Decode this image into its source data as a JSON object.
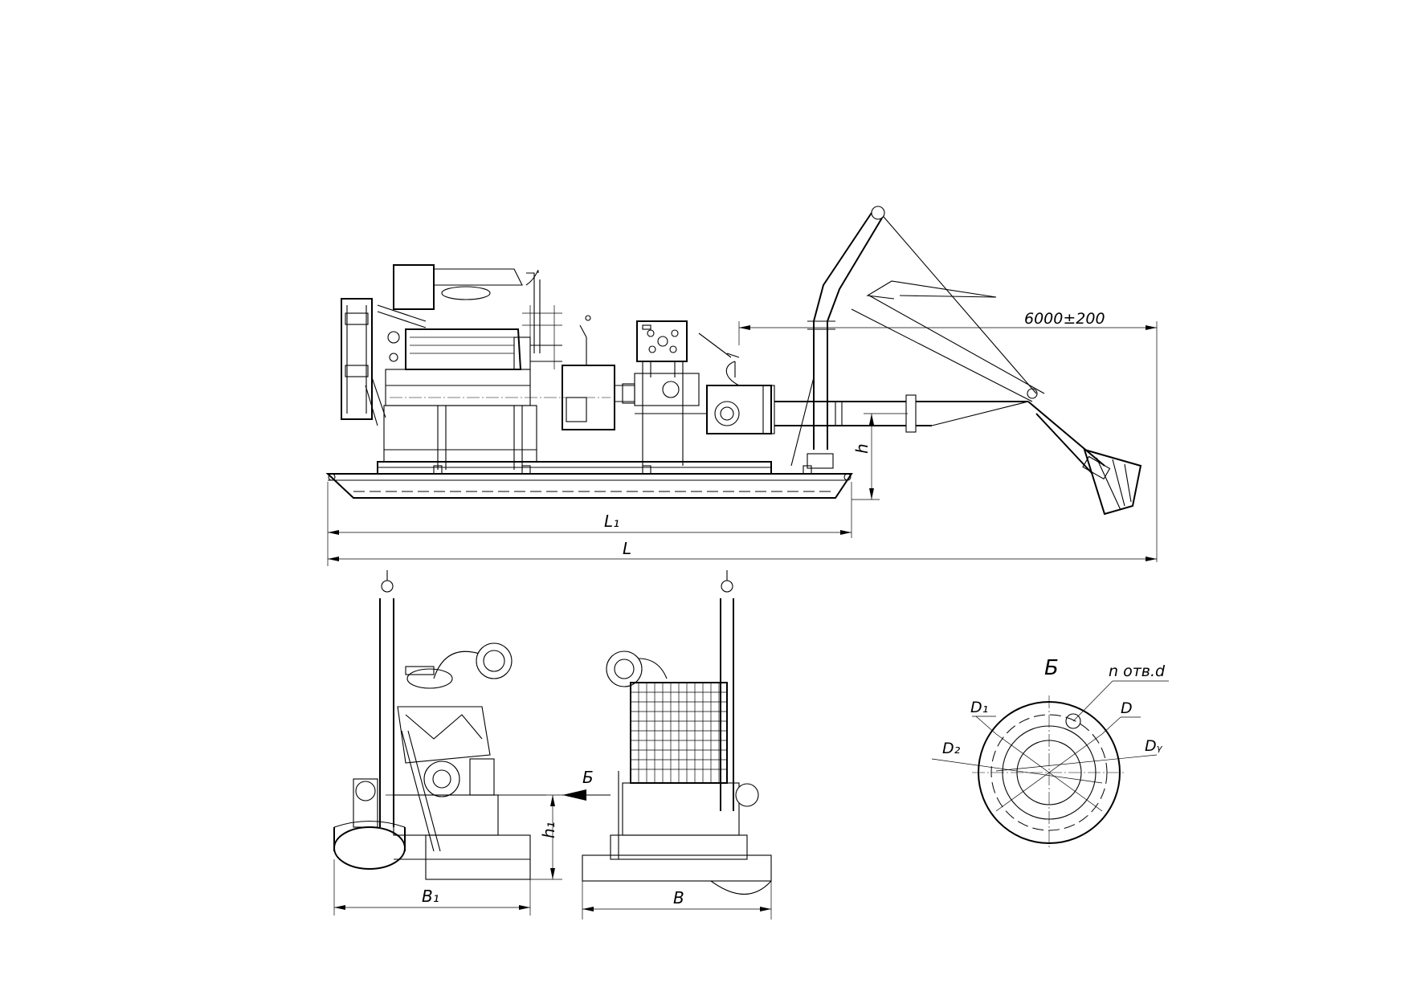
{
  "labels": {
    "dim_length_hose": "6000±200",
    "dim_h": "h",
    "dim_L1": "L₁",
    "dim_L": "L",
    "dim_h1": "h₁",
    "dim_B1": "B₁",
    "dim_B": "B",
    "view_arrow": "Б",
    "section_title": "Б",
    "holes": "n отв.d",
    "D1": "D₁",
    "D2": "D₂",
    "D": "D",
    "Dy": "Dᵧ"
  }
}
